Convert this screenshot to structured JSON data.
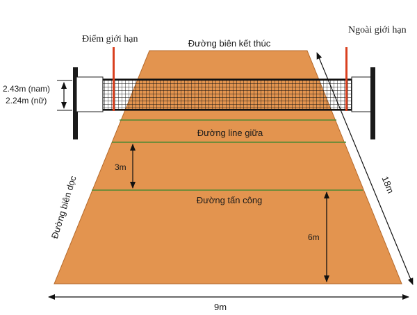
{
  "labels": {
    "limit_point": "Điểm giới hạn",
    "outside_limit": "Ngoài giới hạn",
    "end_line": "Đường biên kết thúc",
    "height_men": "2.43m (nam)",
    "height_women": "2.24m (nữ)",
    "center_line": "Đường line giữa",
    "dist_3m": "3m",
    "attack_line": "Đường tấn công",
    "side_line": "Đường biên dọc",
    "length_18m": "18m",
    "dist_6m": "6m",
    "width_9m": "9m"
  },
  "colors": {
    "court_fill": "#e3944f",
    "court_edge": "#b56a2c",
    "line_green": "#4c8a33",
    "antenna_red": "#d9401f",
    "net_mesh": "#111111",
    "post": "#1a1a1a"
  }
}
